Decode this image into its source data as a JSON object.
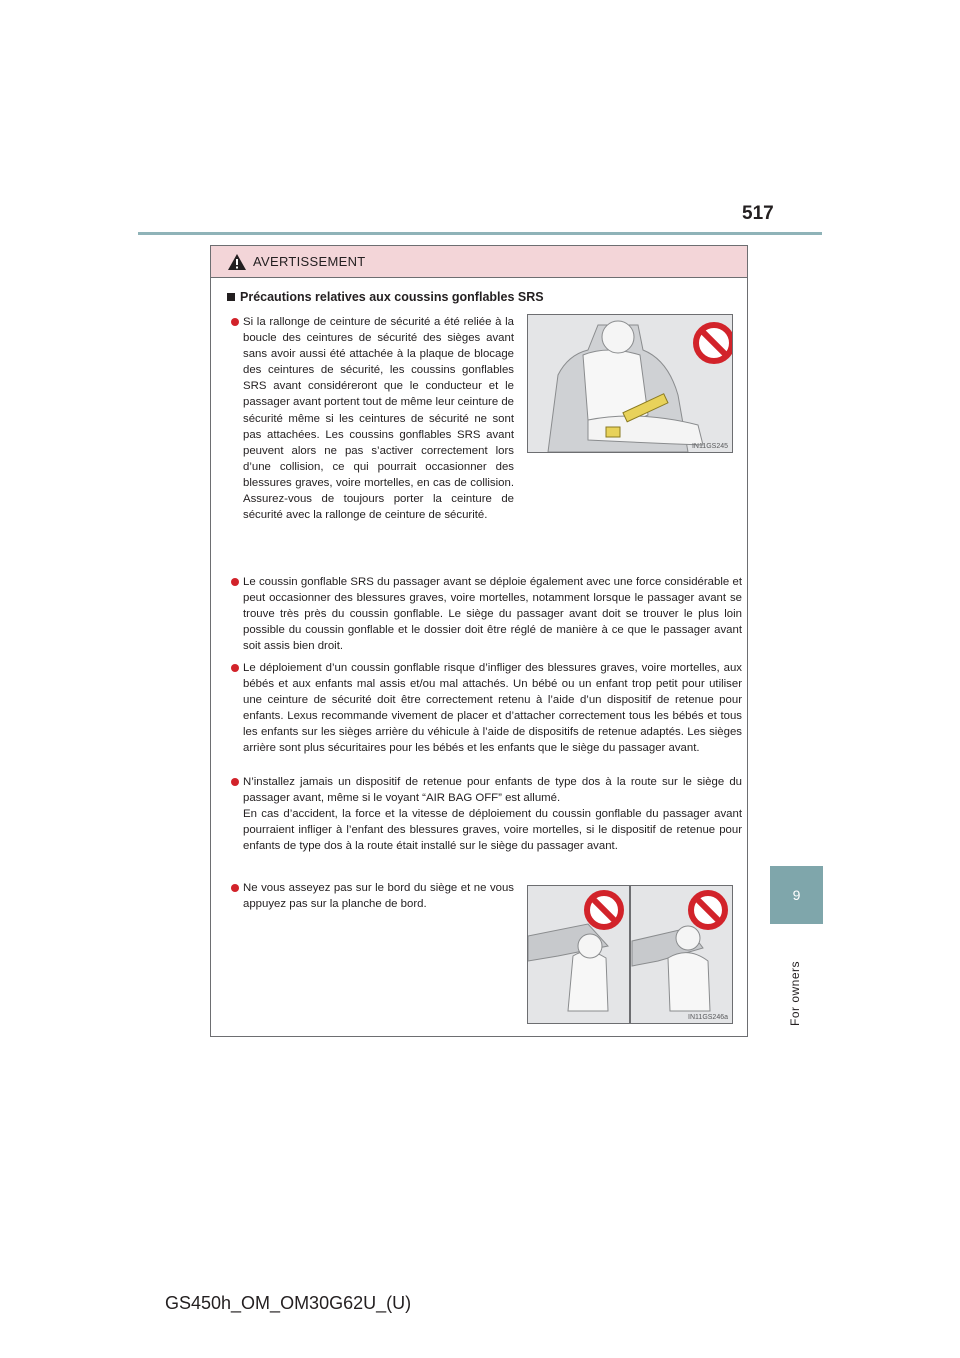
{
  "page": {
    "number": "517",
    "side_tab_number": "9",
    "side_tab_label": "For owners",
    "footer": "GS450h_OM_OM30G62U_(U)"
  },
  "warning": {
    "title": "AVERTISSEMENT",
    "heading": "Précautions relatives aux coussins gonflables SRS",
    "bullets": [
      "Si la rallonge de ceinture de sécurité a été reliée à la boucle des ceintures de sécurité des sièges avant sans avoir aussi été attachée à la plaque de blocage des ceintures de sécurité, les coussins gonflables SRS avant considéreront que le conducteur et le passager avant portent tout de même leur ceinture de sécurité même si les ceintures de sécurité ne sont pas attachées. Les coussins gonflables SRS avant peuvent alors ne pas s’activer correctement lors d’une collision, ce qui pourrait occasionner des blessures graves, voire mortelles, en cas de collision. Assurez-vous de toujours porter la ceinture de sécurité avec la rallonge de ceinture de sécurité.",
      "Le coussin gonflable SRS du passager avant se déploie également avec une force considérable et peut occasionner des blessures graves, voire mortelles, notamment lorsque le passager avant se trouve très près du coussin gonflable. Le siège du passager avant doit se trouver le plus loin possible du coussin gonflable et le dossier doit être réglé de manière à ce que le passager avant soit assis bien droit.",
      "Le déploiement d’un coussin gonflable risque d’infliger des blessures graves, voire mortelles, aux bébés et aux enfants mal assis et/ou mal attachés. Un bébé ou un enfant trop petit pour utiliser une ceinture de sécurité doit être correctement retenu à l’aide d’un dispositif de retenue pour enfants. Lexus recommande vivement de placer et d’attacher correctement tous les bébés et tous les enfants sur les sièges arrière du véhicule à l’aide de dispositifs de retenue adaptés. Les sièges arrière sont plus sécuritaires pour les bébés et les enfants que le siège du passager avant.",
      "N’installez jamais un dispositif de retenue pour enfants de type dos à la route sur le siège du passager avant, même si le voyant “AIR BAG OFF” est allumé.",
      "En cas d’accident, la force et la vitesse de déploiement du coussin gonflable du passager avant pourraient infliger à l’enfant des blessures graves, voire mortelles, si le dispositif de retenue pour enfants de type dos à la route était installé sur le siège du passager avant.",
      "Ne vous asseyez pas sur le bord du siège et ne vous appuyez pas sur la planche de bord."
    ],
    "illustration_codes": [
      "IN11GS245",
      "IN11GS246a"
    ]
  },
  "colors": {
    "header_bg": "#f3d5d8",
    "bullet": "#d2232a",
    "prohibit": "#d2232a",
    "tab": "#7fa6ab"
  }
}
